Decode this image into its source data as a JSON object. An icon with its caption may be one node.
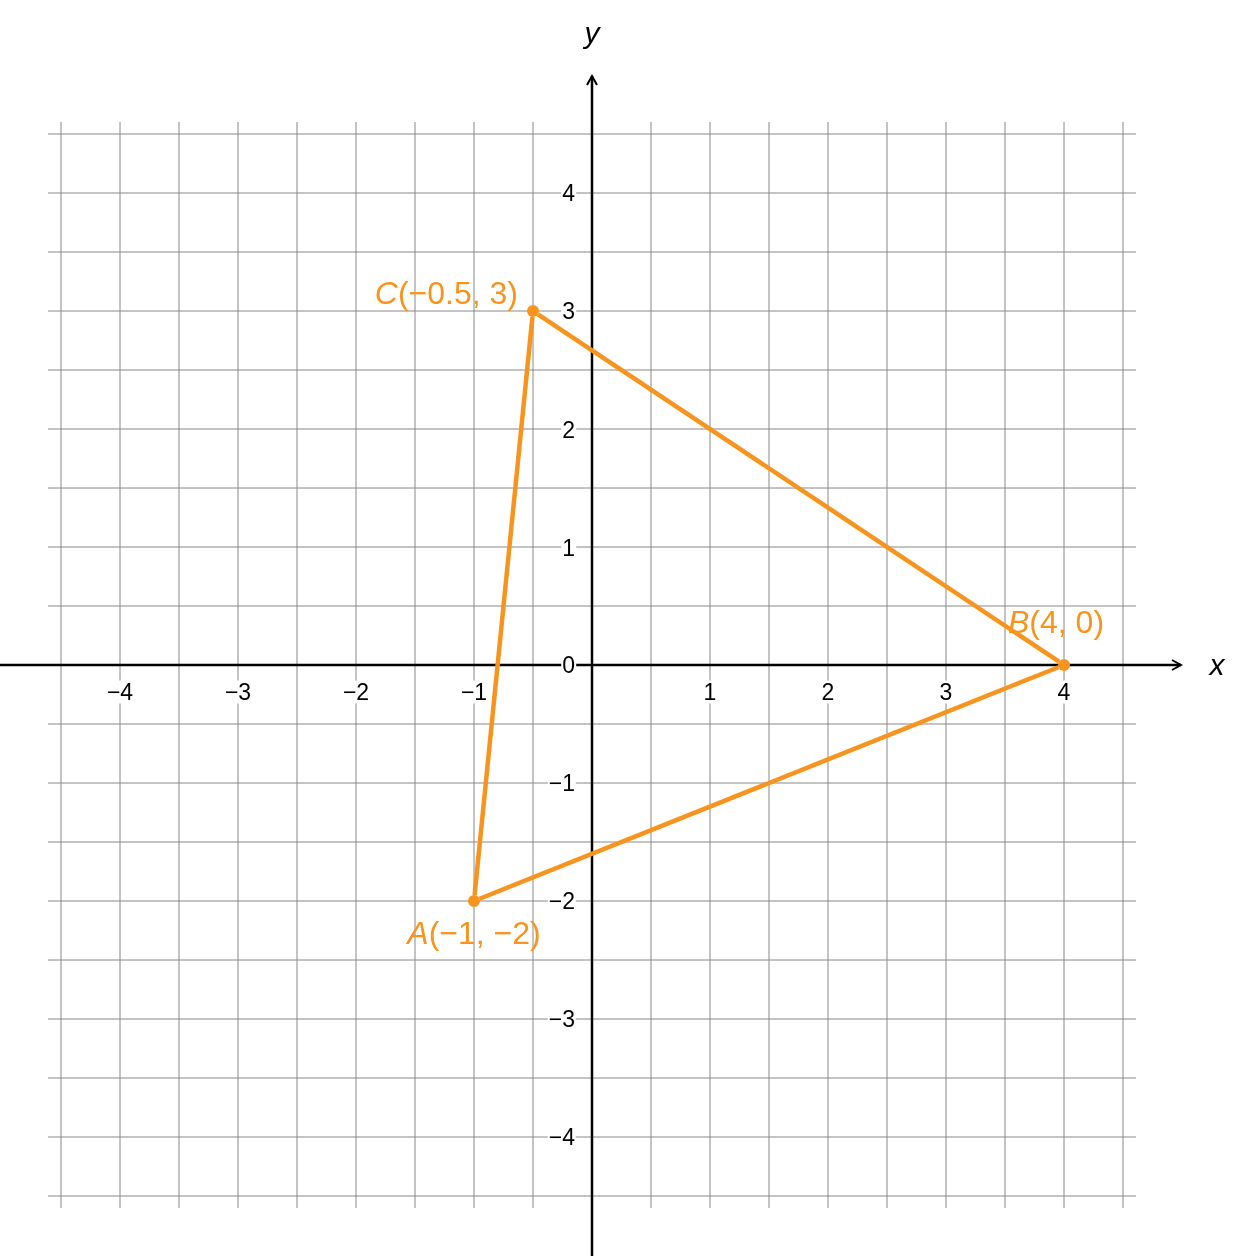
{
  "diagram": {
    "nodes": [
      {
        "text": [],
        "shape": "circle",
        "beside": [
          "*A*(−1, −2)"
        ]
      },
      {
        "text": [],
        "shape": "circle",
        "beside": [
          "*B*(4, 0)"
        ]
      },
      {
        "text": [],
        "shape": "circle",
        "beside": [
          "*C*(−0.5, 3)"
        ]
      }
    ],
    "edges": [
      {
        "from": 0,
        "to": 1,
        "arrow": "none"
      },
      {
        "from": 1,
        "to": 2,
        "arrow": "none"
      },
      {
        "from": 2,
        "to": 0,
        "arrow": "none"
      }
    ],
    "labels": [
      "y",
      "4",
      "3",
      "2",
      "1",
      "0",
      "x",
      "−4",
      "−3",
      "−2",
      "−1",
      "1",
      "2",
      "3",
      "4",
      "−1",
      "−2",
      "−3",
      "−4"
    ]
  }
}
